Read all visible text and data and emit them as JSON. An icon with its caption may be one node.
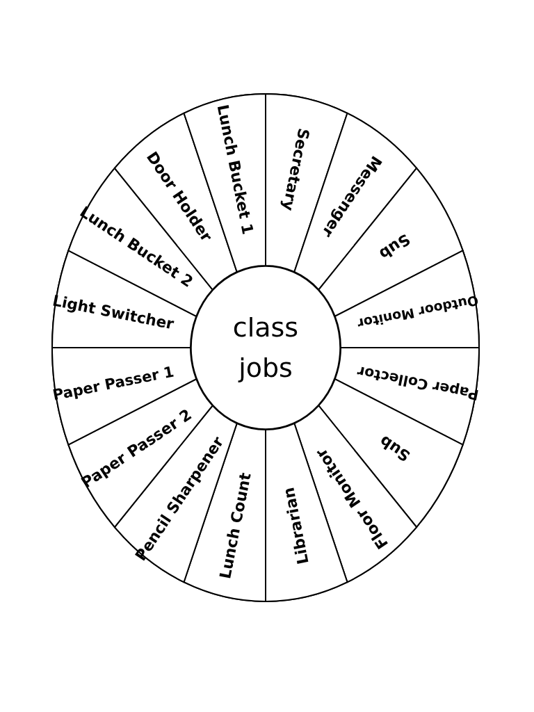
{
  "diagram": {
    "nodes": [
      {
        "text": [
          "class jobs"
        ]
      },
      {
        "text": [
          "Secretary"
        ]
      },
      {
        "text": [
          "Messenger"
        ]
      },
      {
        "text": [
          "Sub"
        ]
      },
      {
        "text": [
          "Outdoor Monitor"
        ]
      },
      {
        "text": [
          "Paper Collector"
        ]
      },
      {
        "text": [
          "Sub"
        ]
      },
      {
        "text": [
          "Floor Monitor"
        ]
      },
      {
        "text": [
          "Librarian"
        ]
      },
      {
        "text": [
          "Lunch Count"
        ]
      },
      {
        "text": [
          "Pencil Sharpener"
        ]
      },
      {
        "text": [
          "Paper Passer 2"
        ]
      },
      {
        "text": [
          "Paper Passer 1"
        ]
      },
      {
        "text": [
          "Light Switcher"
        ]
      },
      {
        "text": [
          "Lunch Bucket 2"
        ]
      },
      {
        "text": [
          "Door Holder"
        ]
      },
      {
        "text": [
          "Lunch Bucket 1"
        ]
      }
    ]
  }
}
